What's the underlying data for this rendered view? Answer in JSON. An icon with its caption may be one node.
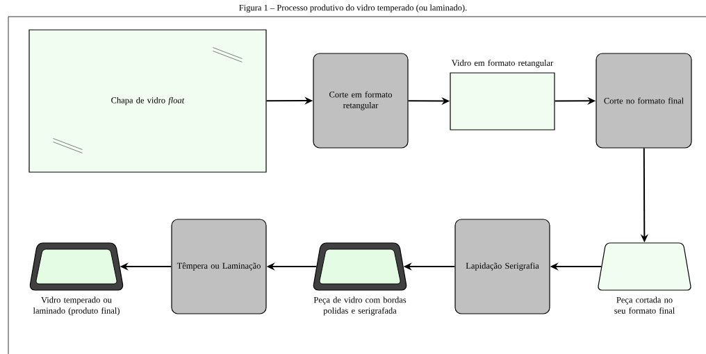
{
  "diagram": {
    "title": "Figura 1 – Processo produtivo do vidro temperado (ou laminado).",
    "nodes": [
      {
        "text": [
          "Chapa de vidro *float*"
        ]
      },
      {
        "text": [
          "Corte em formato retangular"
        ]
      },
      {
        "text": [
          "Vidro em formato retangular"
        ]
      },
      {
        "text": [
          "Corte no formato final"
        ]
      },
      {
        "text": [
          "Peça cortada no seu formato final"
        ]
      },
      {
        "text": [
          "Lapidação Serigrafia"
        ]
      },
      {
        "text": [
          "Peça de vidro com bordas polidas e serigrafada"
        ]
      },
      {
        "text": [
          "Têmpera ou Laminação"
        ]
      },
      {
        "text": [
          "Vidro temperado ou laminado (produto final)"
        ]
      }
    ],
    "edges": [
      {
        "from": 0,
        "to": 1,
        "arrow": "to"
      },
      {
        "from": 1,
        "to": 2,
        "arrow": "to"
      },
      {
        "from": 2,
        "to": 3,
        "arrow": "to"
      },
      {
        "from": 3,
        "to": 4,
        "arrow": "to"
      },
      {
        "from": 4,
        "to": 5,
        "arrow": "to"
      },
      {
        "from": 5,
        "to": 6,
        "arrow": "to"
      },
      {
        "from": 6,
        "to": 7,
        "arrow": "to"
      },
      {
        "from": 7,
        "to": 8,
        "arrow": "to"
      }
    ]
  }
}
